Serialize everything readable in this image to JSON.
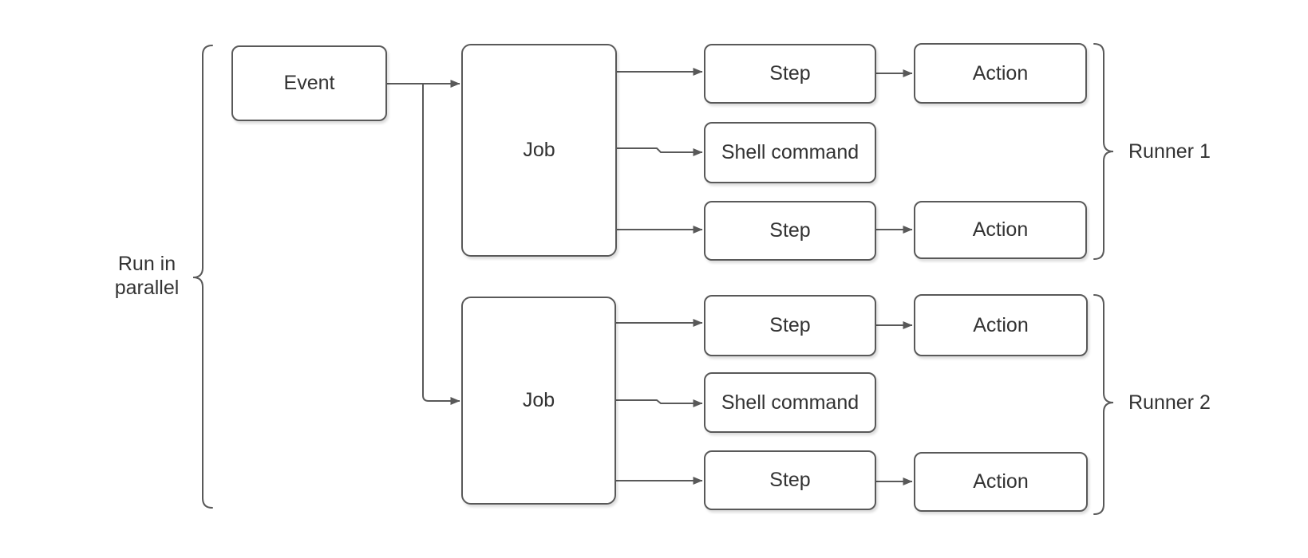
{
  "diagram": {
    "background_color": "#ffffff",
    "stroke_color": "#595959",
    "text_color": "#333333",
    "nodes": {
      "event": {
        "label": "Event"
      },
      "job1": {
        "label": "Job"
      },
      "job2": {
        "label": "Job"
      },
      "step1": {
        "label": "Step"
      },
      "shell1": {
        "label": "Shell command"
      },
      "step2": {
        "label": "Step"
      },
      "step3": {
        "label": "Step"
      },
      "shell2": {
        "label": "Shell command"
      },
      "step4": {
        "label": "Step"
      },
      "action1": {
        "label": "Action"
      },
      "action2": {
        "label": "Action"
      },
      "action3": {
        "label": "Action"
      },
      "action4": {
        "label": "Action"
      }
    },
    "annotations": {
      "parallel": {
        "line1": "Run in",
        "line2": "parallel"
      },
      "runner1": {
        "label": "Runner 1"
      },
      "runner2": {
        "label": "Runner 2"
      }
    }
  }
}
